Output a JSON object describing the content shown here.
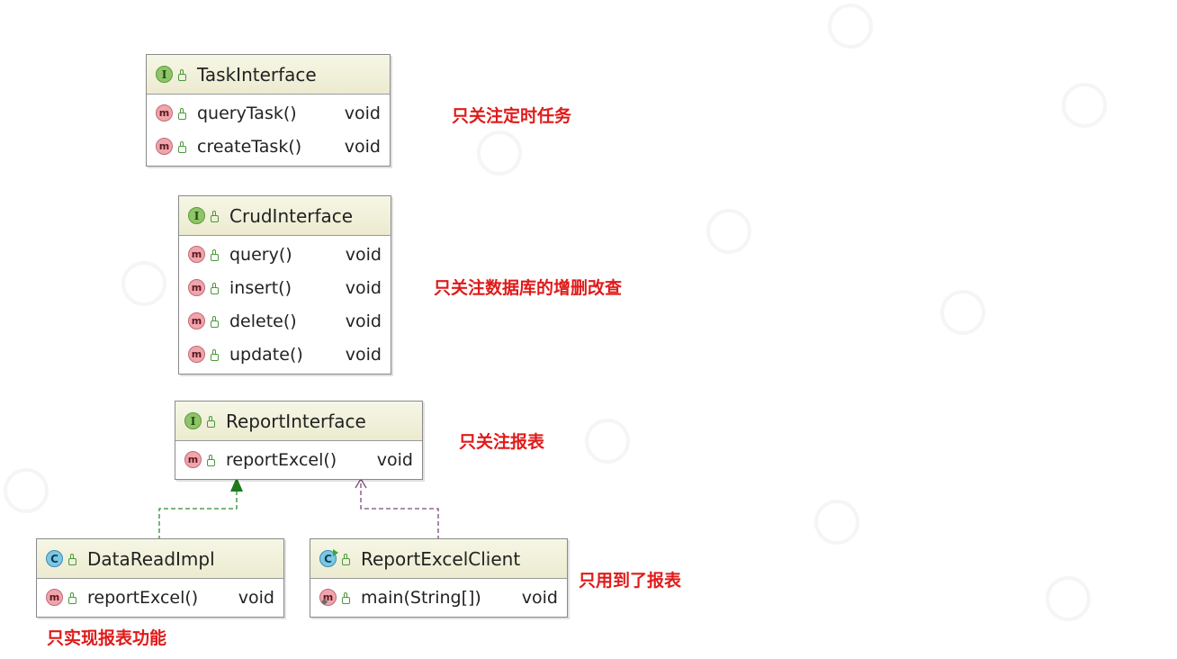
{
  "classes": [
    {
      "id": "task",
      "kind": "I",
      "name": "TaskInterface",
      "methods": [
        {
          "name": "queryTask()",
          "type": "void",
          "icon": "m"
        },
        {
          "name": "createTask()",
          "type": "void",
          "icon": "m"
        }
      ]
    },
    {
      "id": "crud",
      "kind": "I",
      "name": "CrudInterface",
      "methods": [
        {
          "name": "query()",
          "type": "void",
          "icon": "m"
        },
        {
          "name": "insert()",
          "type": "void",
          "icon": "m"
        },
        {
          "name": "delete()",
          "type": "void",
          "icon": "m"
        },
        {
          "name": "update()",
          "type": "void",
          "icon": "m"
        }
      ]
    },
    {
      "id": "report",
      "kind": "I",
      "name": "ReportInterface",
      "methods": [
        {
          "name": "reportExcel()",
          "type": "void",
          "icon": "m"
        }
      ]
    },
    {
      "id": "dataread",
      "kind": "C",
      "name": "DataReadImpl",
      "methods": [
        {
          "name": "reportExcel()",
          "type": "void",
          "icon": "m"
        }
      ]
    },
    {
      "id": "client",
      "kind": "C",
      "name": "ReportExcelClient",
      "methods": [
        {
          "name": "main(String[])",
          "type": "void",
          "icon": "main"
        }
      ]
    }
  ],
  "notes": {
    "task": "只关注定时任务",
    "crud": "只关注数据库的增删改查",
    "report": "只关注报表",
    "client": "只用到了报表",
    "dataread": "只实现报表功能"
  },
  "badges": {
    "interface": "I",
    "class": "C",
    "method": "m"
  },
  "relations": [
    {
      "from": "dataread",
      "to": "report",
      "kind": "realization",
      "color": "#2e8b2e"
    },
    {
      "from": "client",
      "to": "report",
      "kind": "dependency",
      "color": "#7a4a7a"
    }
  ]
}
